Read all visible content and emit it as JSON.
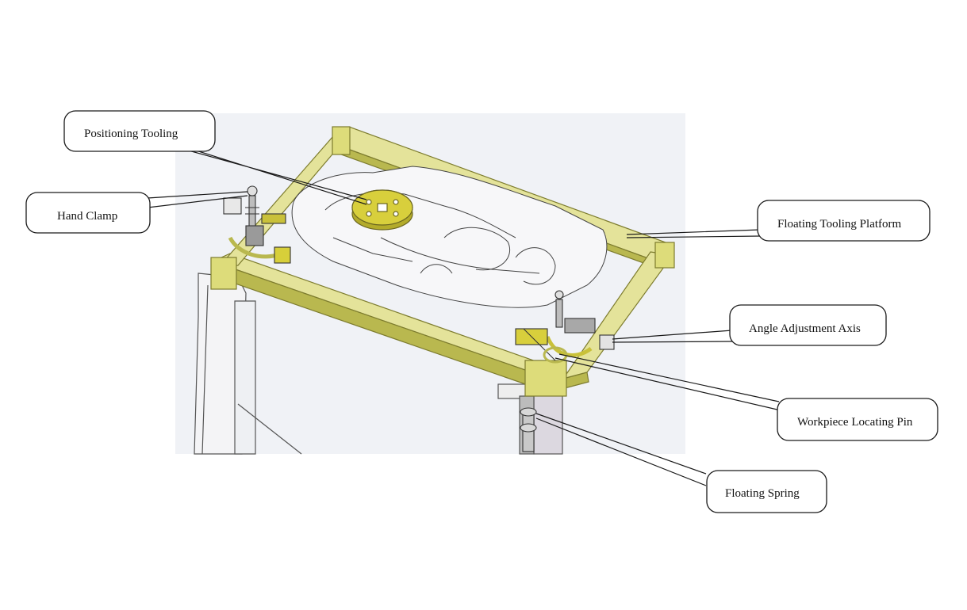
{
  "callouts": {
    "positioning_tooling": "Positioning Tooling",
    "hand_clamp": "Hand Clamp",
    "floating_tooling_platform": "Floating Tooling Platform",
    "angle_adjustment_axis": "Angle Adjustment Axis",
    "workpiece_locating_pin": "Workpiece Locating Pin",
    "floating_spring": "Floating Spring"
  },
  "colors": {
    "frame_yellow": "#e4e39a",
    "frame_yellow_dark": "#b9b84f",
    "tooling_yellow": "#d8cf3c",
    "background_panel": "#e9ebf2",
    "line": "#1a1a1a"
  }
}
